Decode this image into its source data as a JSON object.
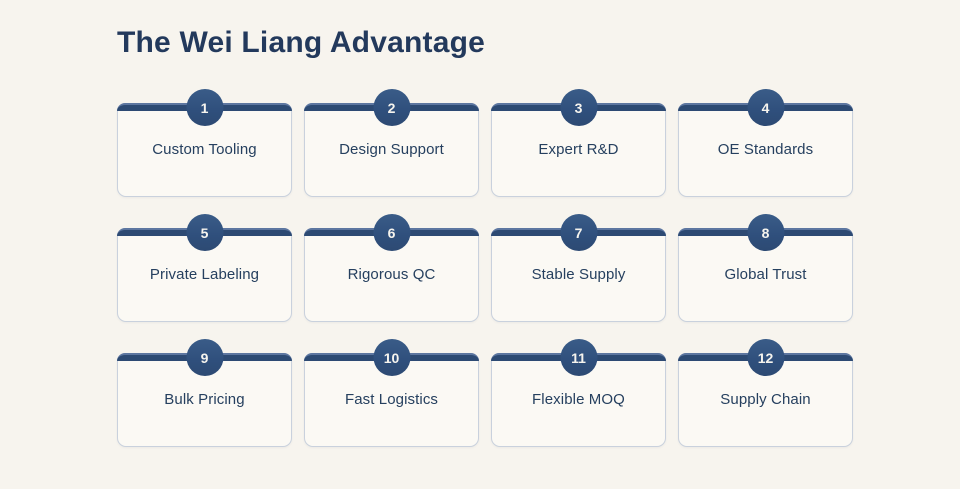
{
  "page": {
    "title": "The Wei Liang Advantage"
  },
  "theme": {
    "page_background": "#f7f4ee",
    "card_background": "#fbf9f4",
    "card_border": "#c9d1dd",
    "accent_navy": "#2d4a73",
    "accent_navy_highlight": "#5d76a0",
    "badge_fill": "#2f4f7c",
    "badge_text_color": "#f6f4ee",
    "title_color": "#23395c",
    "label_color": "#26405f"
  },
  "cards": [
    {
      "number": "1",
      "label": "Custom Tooling"
    },
    {
      "number": "2",
      "label": "Design Support"
    },
    {
      "number": "3",
      "label": "Expert R&D"
    },
    {
      "number": "4",
      "label": "OE Standards"
    },
    {
      "number": "5",
      "label": "Private Labeling"
    },
    {
      "number": "6",
      "label": "Rigorous QC"
    },
    {
      "number": "7",
      "label": "Stable Supply"
    },
    {
      "number": "8",
      "label": "Global Trust"
    },
    {
      "number": "9",
      "label": "Bulk Pricing"
    },
    {
      "number": "10",
      "label": "Fast Logistics"
    },
    {
      "number": "11",
      "label": "Flexible MOQ"
    },
    {
      "number": "12",
      "label": "Supply Chain"
    }
  ]
}
